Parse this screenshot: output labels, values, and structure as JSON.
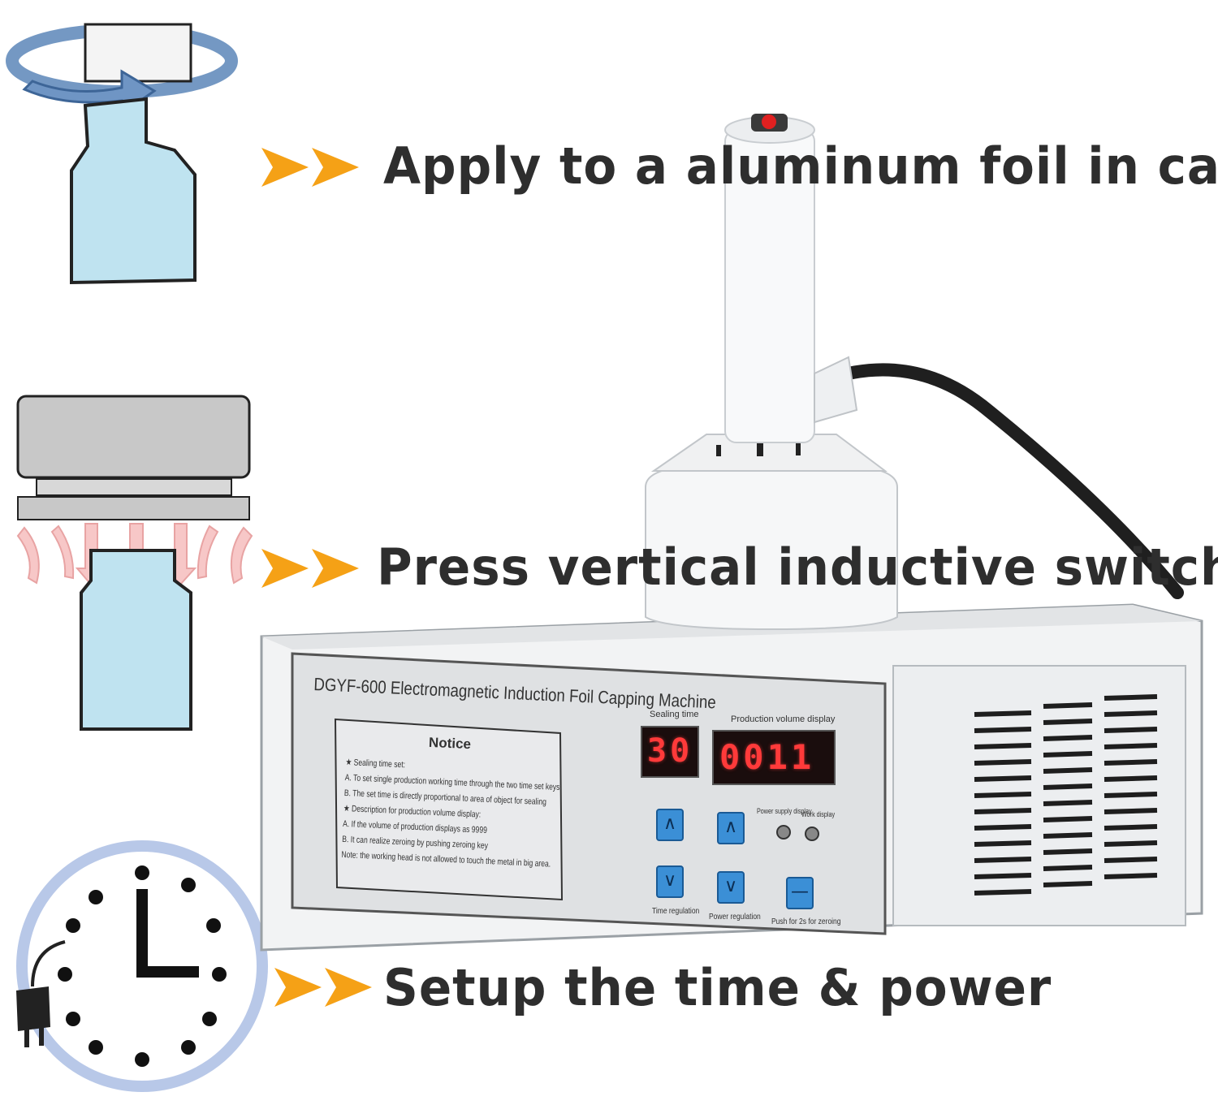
{
  "steps": [
    {
      "text": "Apply to a aluminum foil in cap"
    },
    {
      "text": "Press vertical inductive switch"
    },
    {
      "text": "Setup the time & power"
    }
  ],
  "machine": {
    "title": "DGYF-600 Electromagnetic Induction Foil Capping Machine",
    "notice": {
      "heading": "Notice",
      "lines": [
        "★ Sealing time set:",
        "A. To set single production working time through the two time set keys",
        "B. The set time is directly proportional to area of object for sealing",
        "★ Description for production volume display:",
        "A. If the volume of production displays as 9999",
        "B. It can realize zeroing by pushing zeroing key",
        "Note: the working head is not allowed to touch the metal in big area."
      ]
    },
    "sealing_time_label": "Sealing time",
    "sealing_time_value": "30",
    "production_label": "Production volume display",
    "production_value": "0011",
    "power_supply_label": "Power supply display",
    "work_display_label": "Work display",
    "time_regulation_label": "Time regulation",
    "power_regulation_label": "Power regulation",
    "zeroing_label": "Push for 2s for zeroing"
  },
  "colors": {
    "arrow": "#f5a116",
    "bottle": "#bfe3f0",
    "text": "#2e2e2e",
    "led": "#ff3a3a",
    "key": "#3b8fd6"
  }
}
